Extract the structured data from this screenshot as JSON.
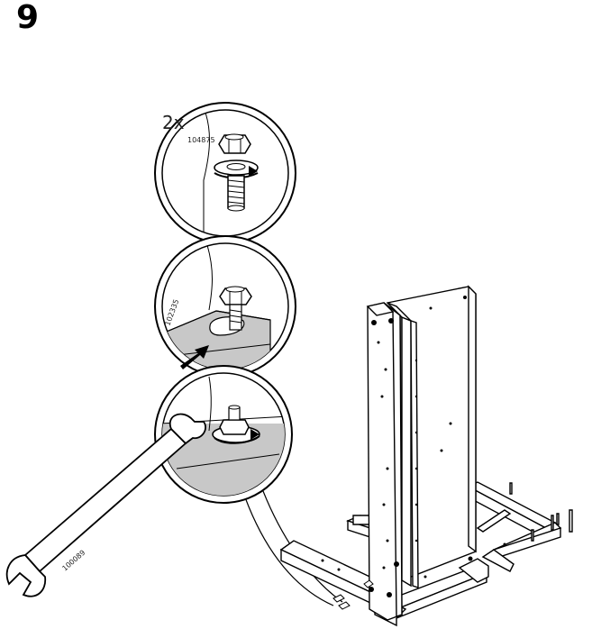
{
  "step": {
    "number": "9"
  },
  "detail_1": {
    "quantity": "2x",
    "part_number": "104875"
  },
  "detail_2": {
    "part_number": "102335"
  },
  "tool": {
    "part_number": "100089"
  },
  "colors": {
    "line": "#000000",
    "panel_shade": "#c8c8c8",
    "background": "#ffffff"
  }
}
